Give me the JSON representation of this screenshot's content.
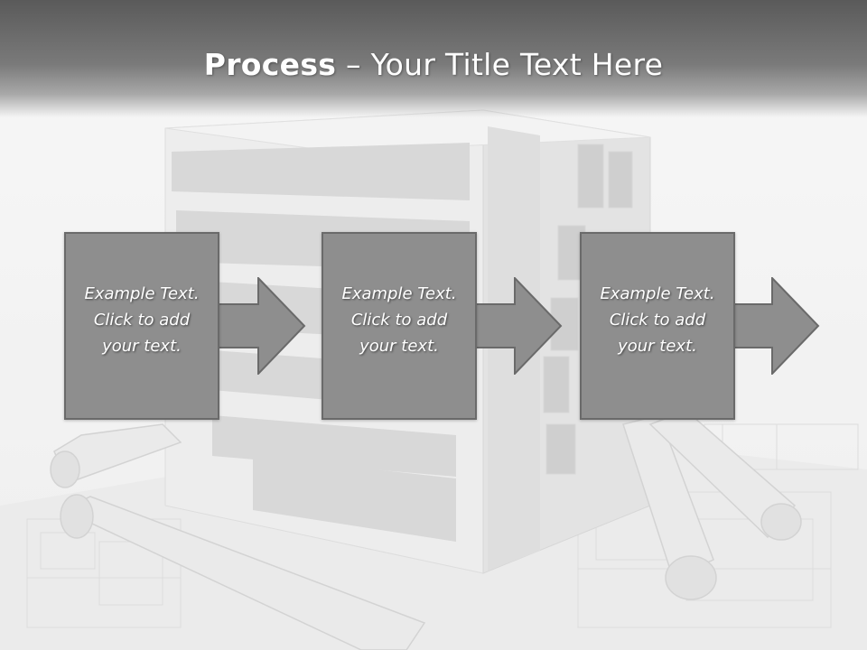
{
  "slide": {
    "title_bold": "Process",
    "title_rest": " – Your Title Text Here",
    "steps": [
      {
        "line1": "Example Text.",
        "line2": "Click  to add",
        "line3": "your text."
      },
      {
        "line1": "Example Text.",
        "line2": "Click  to add",
        "line3": "your text."
      },
      {
        "line1": "Example Text.",
        "line2": "Click  to add",
        "line3": "your text."
      }
    ],
    "colors": {
      "box_fill": "#8e8e8e",
      "box_border": "#6a6a6a",
      "title_bar": "#5a5a5a",
      "text": "#ffffff"
    }
  }
}
